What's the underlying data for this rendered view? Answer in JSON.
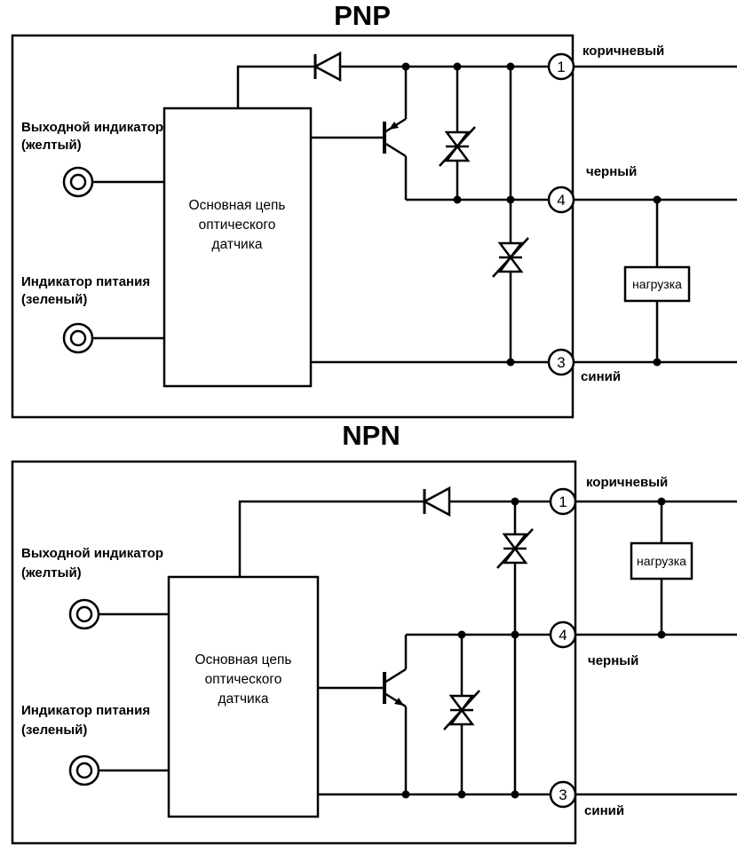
{
  "colors": {
    "line": "#000000",
    "background": "#ffffff"
  },
  "diagrams": [
    {
      "title": "PNP",
      "main_box": [
        "Основная цепь",
        "оптического",
        "датчика"
      ],
      "output_indicator": [
        "Выходной индикатор",
        "(желтый)"
      ],
      "power_indicator": [
        "Индикатор питания",
        "(зеленый)"
      ],
      "terminals": [
        {
          "number": "1",
          "label": "коричневый"
        },
        {
          "number": "4",
          "label": "черный"
        },
        {
          "number": "3",
          "label": "синий"
        }
      ],
      "load_label": "нагрузка"
    },
    {
      "title": "NPN",
      "main_box": [
        "Основная цепь",
        "оптического",
        "датчика"
      ],
      "output_indicator": [
        "Выходной индикатор",
        "(желтый)"
      ],
      "power_indicator": [
        "Индикатор питания",
        "(зеленый)"
      ],
      "terminals": [
        {
          "number": "1",
          "label": "коричневый"
        },
        {
          "number": "4",
          "label": "черный"
        },
        {
          "number": "3",
          "label": "синий"
        }
      ],
      "load_label": "нагрузка"
    }
  ]
}
